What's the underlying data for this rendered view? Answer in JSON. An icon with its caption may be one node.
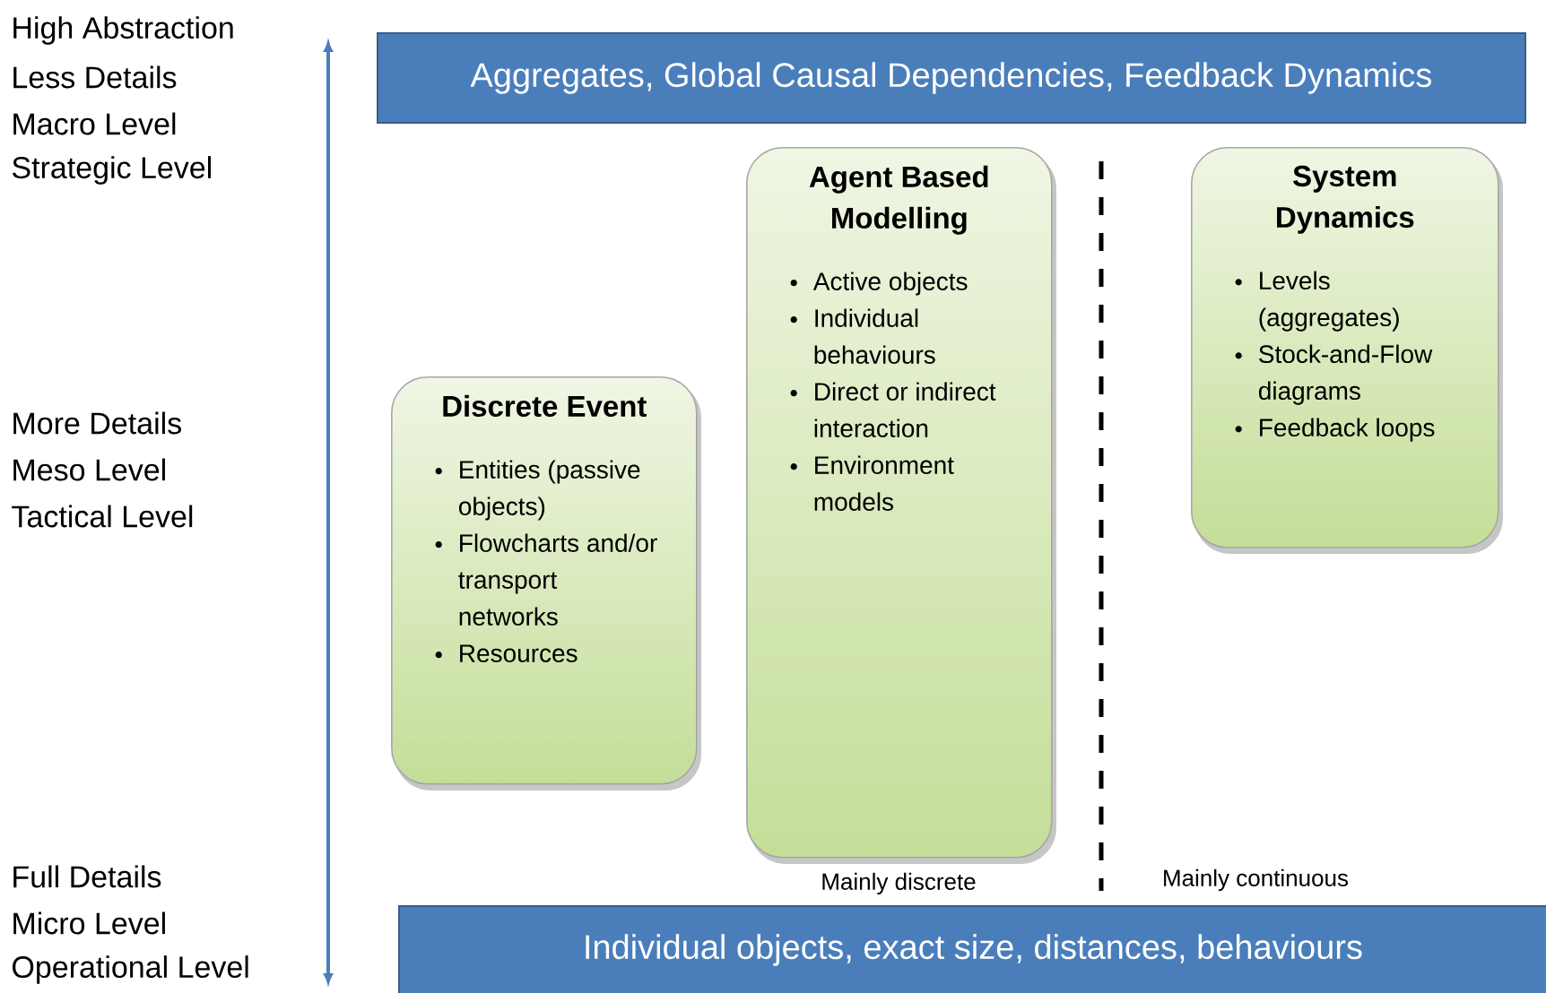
{
  "diagram": {
    "nodes": [
      {
        "text": [
          "Aggregates, Global Causal Dependencies, Feedback Dynamics"
        ]
      },
      {
        "text": [
          "Discrete Event",
          "Entities (passive objects)",
          "Flowcharts and/or transport networks",
          "Resources"
        ]
      },
      {
        "text": [
          "Agent Based Modelling",
          "Active objects",
          "Individual behaviours",
          "Direct or indirect interaction",
          "Environment models"
        ]
      },
      {
        "text": [
          "System Dynamics",
          "Levels (aggregates)",
          "Stock-and-Flow diagrams",
          "Feedback loops"
        ]
      },
      {
        "text": [
          "Individual objects, exact size, distances, behaviours"
        ]
      }
    ],
    "labels": [
      "High Abstraction",
      "Less Details",
      "Macro Level",
      "Strategic Level",
      "More Details",
      "Meso Level",
      "Tactical Level",
      "Full Details",
      "Micro Level",
      "Operational Level",
      "Mainly discrete",
      "Mainly continuous"
    ]
  }
}
